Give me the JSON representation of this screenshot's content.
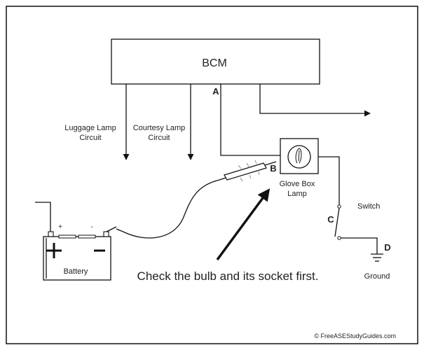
{
  "bcm": {
    "label": "BCM"
  },
  "points": {
    "a": "A",
    "b": "B",
    "c": "C",
    "d": "D"
  },
  "circuits": {
    "luggage_line1": "Luggage Lamp",
    "luggage_line2": "Circuit",
    "courtesy_line1": "Courtesy Lamp",
    "courtesy_line2": "Circuit"
  },
  "lamp": {
    "line1": "Glove Box",
    "line2": "Lamp"
  },
  "switch_label": "Switch",
  "ground_label": "Ground",
  "battery": {
    "label": "Battery",
    "plus_small": "+",
    "minus_small": "-"
  },
  "instruction": "Check the bulb and its socket first.",
  "credit": "© FreeASEStudyGuides.com"
}
